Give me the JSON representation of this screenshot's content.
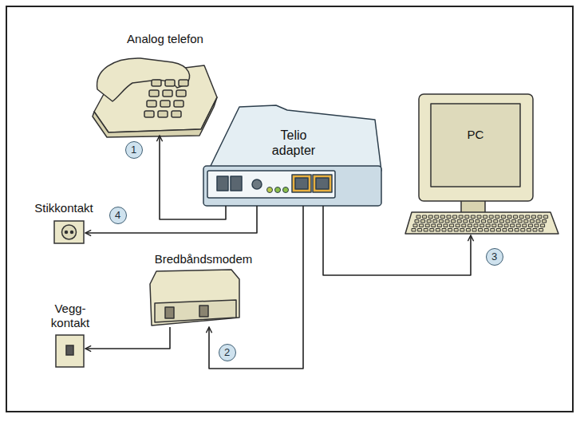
{
  "diagram": {
    "nodes": [
      {
        "text": [
          "Analog telefon"
        ]
      },
      {
        "text": [
          "Telio adapter"
        ]
      },
      {
        "text": [
          "PC"
        ]
      },
      {
        "text": [
          "Stikkontakt"
        ]
      },
      {
        "text": [
          "Bredbåndsmodem"
        ]
      },
      {
        "text": [
          "Vegg- kontakt"
        ]
      }
    ],
    "edges": [
      {
        "from": 1,
        "to": 0,
        "arrow": "to",
        "label": "1"
      },
      {
        "from": 1,
        "to": 4,
        "arrow": "to",
        "label": "2"
      },
      {
        "from": 1,
        "to": 2,
        "arrow": "to",
        "label": "3"
      },
      {
        "from": 1,
        "to": 3,
        "arrow": "to",
        "label": "4"
      },
      {
        "from": 4,
        "to": 5,
        "arrow": "to"
      }
    ]
  }
}
